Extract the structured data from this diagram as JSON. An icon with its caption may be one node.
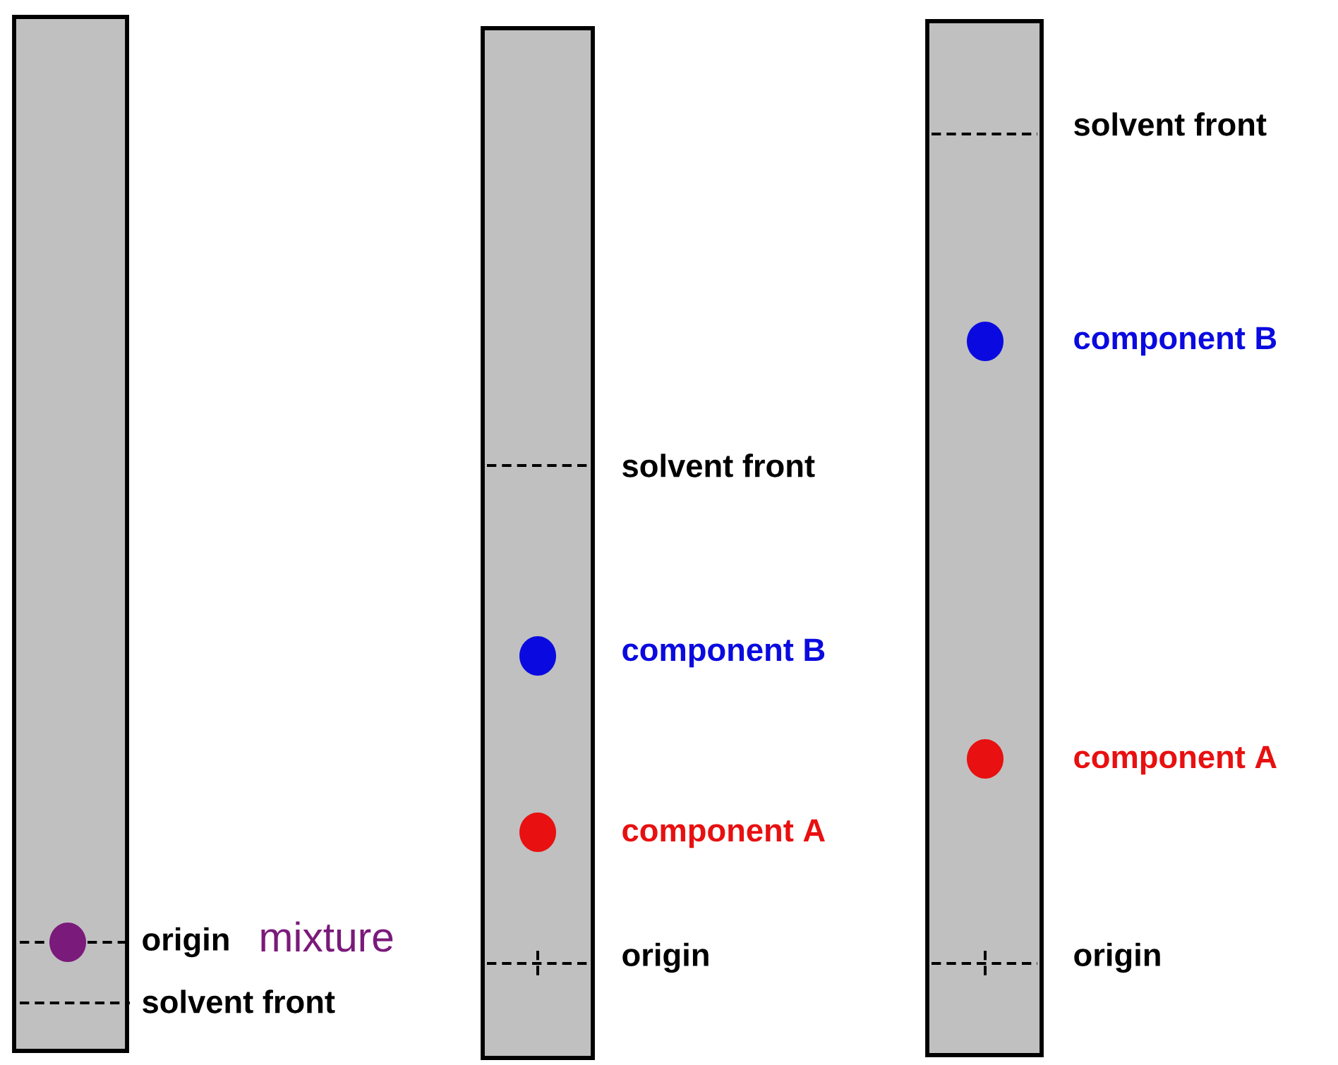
{
  "diagram": {
    "labels": [
      "origin",
      "mixture",
      "solvent front",
      "solvent front",
      "component B",
      "component A",
      "origin",
      "solvent front",
      "component B",
      "component A",
      "origin"
    ]
  }
}
